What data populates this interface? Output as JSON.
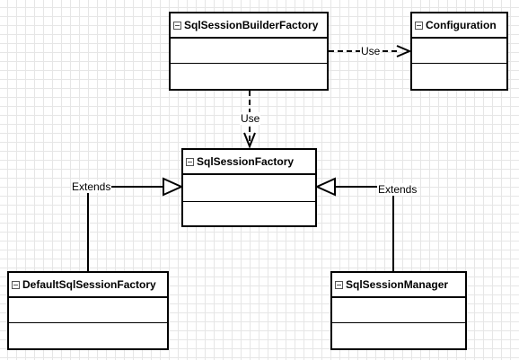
{
  "diagram": {
    "classes": {
      "builder": "SqlSessionBuilderFactory",
      "configuration": "Configuration",
      "factory": "SqlSessionFactory",
      "default_factory": "DefaultSqlSessionFactory",
      "manager": "SqlSessionManager"
    },
    "edges": {
      "builder_to_configuration": "Use",
      "builder_to_factory": "Use",
      "default_factory_extends": "Extends",
      "manager_extends": "Extends"
    }
  },
  "colors": {
    "stroke": "#000000",
    "grid": "#e6e6e6",
    "background": "#ffffff"
  }
}
